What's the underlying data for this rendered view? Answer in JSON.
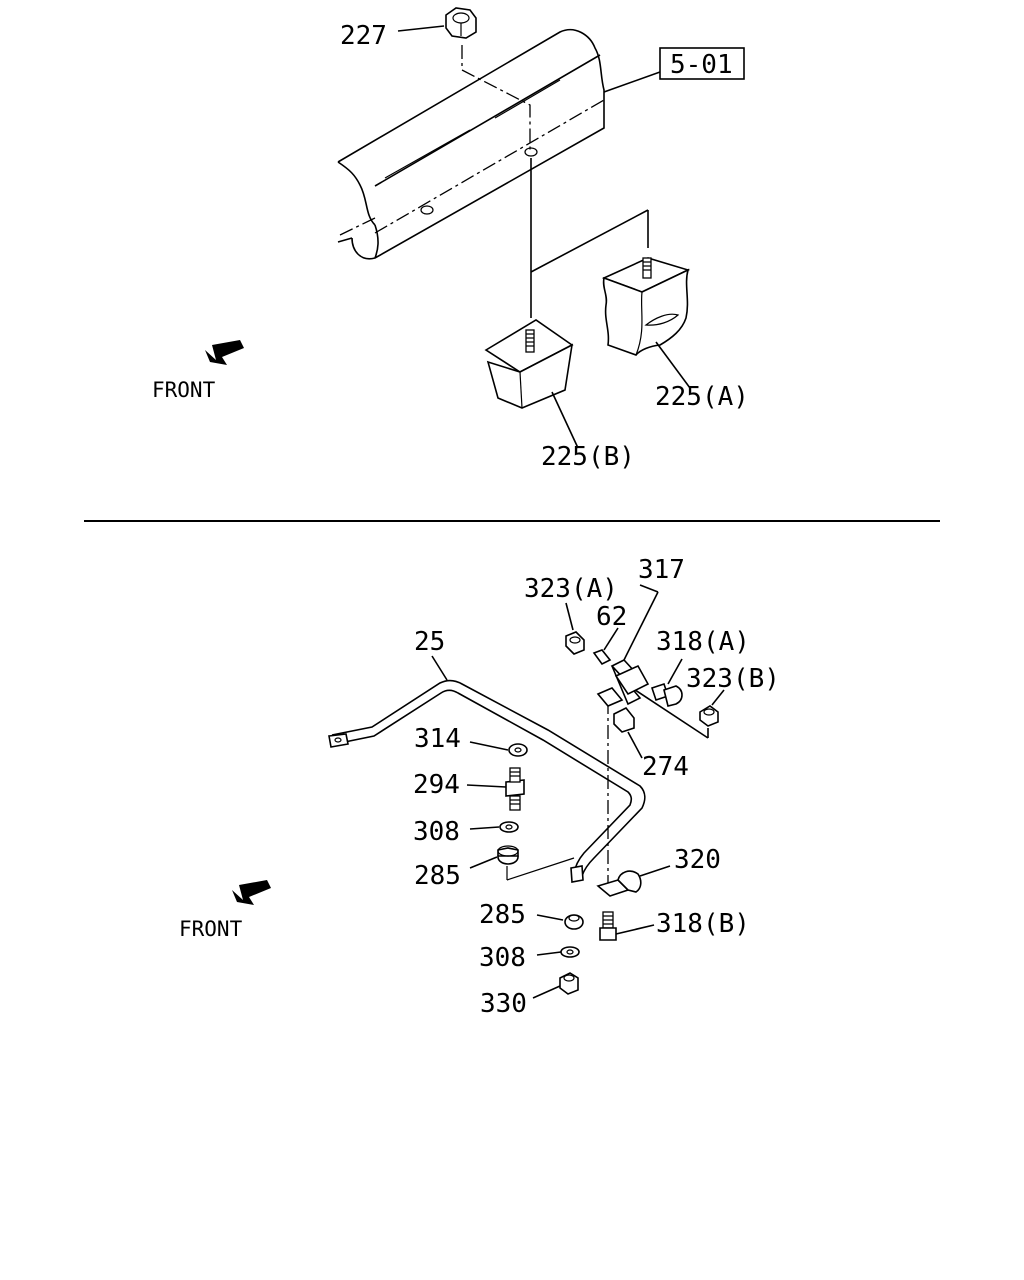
{
  "top": {
    "front_label": "FRONT",
    "callouts": {
      "nut": "227",
      "ref": "5-01",
      "bumper_a": "225(A)",
      "bumper_b": "225(B)"
    }
  },
  "bottom": {
    "front_label": "FRONT",
    "callouts": {
      "bar": "25",
      "nut_a": "323(A)",
      "pin": "62",
      "link": "317",
      "bolt_a": "318(A)",
      "nut_b": "323(B)",
      "bushing_clip": "274",
      "washer_314": "314",
      "stud": "294",
      "washer_308_top": "308",
      "bushing_285_top": "285",
      "bushing_285_bottom": "285",
      "washer_308_bottom": "308",
      "nut_330": "330",
      "bracket": "320",
      "bolt_b": "318(B)"
    }
  }
}
